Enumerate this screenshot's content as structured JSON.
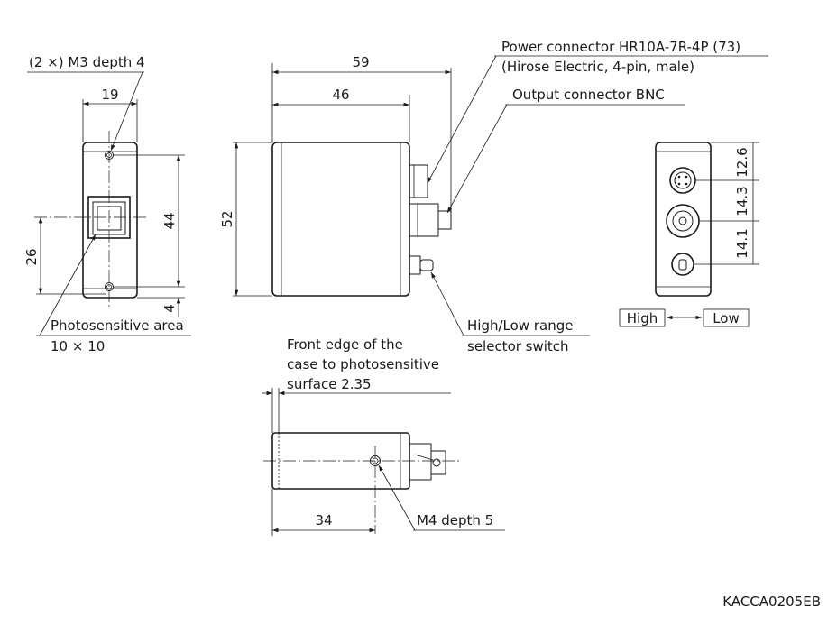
{
  "drawing_code": "KACCA0205EB",
  "front_view": {
    "width_dim": "19",
    "height_dim": "44",
    "offset_dim": "26",
    "bottom_dim": "4",
    "hole_label": "(2 ×) M3 depth 4",
    "photosensitive_label": "Photosensitive area",
    "photosensitive_size": "10 × 10"
  },
  "side_view": {
    "overall_length": "59",
    "case_length": "46",
    "height": "52",
    "power_connector_line1": "Power connector HR10A-7R-4P (73)",
    "power_connector_line2": "(Hirose Electric, 4-pin, male)",
    "output_connector": "Output connector BNC",
    "switch_line1": "High/Low range",
    "switch_line2": "selector switch"
  },
  "rear_view": {
    "dim_top": "12.6",
    "dim_mid": "14.3",
    "dim_bottom": "14.1",
    "switch_high": "High",
    "switch_low": "Low"
  },
  "bottom_view": {
    "note_line1": "Front edge of the",
    "note_line2": "case to photosensitive",
    "note_line3": "surface 2.35",
    "hole_offset": "34",
    "hole_label": "M4 depth 5"
  }
}
